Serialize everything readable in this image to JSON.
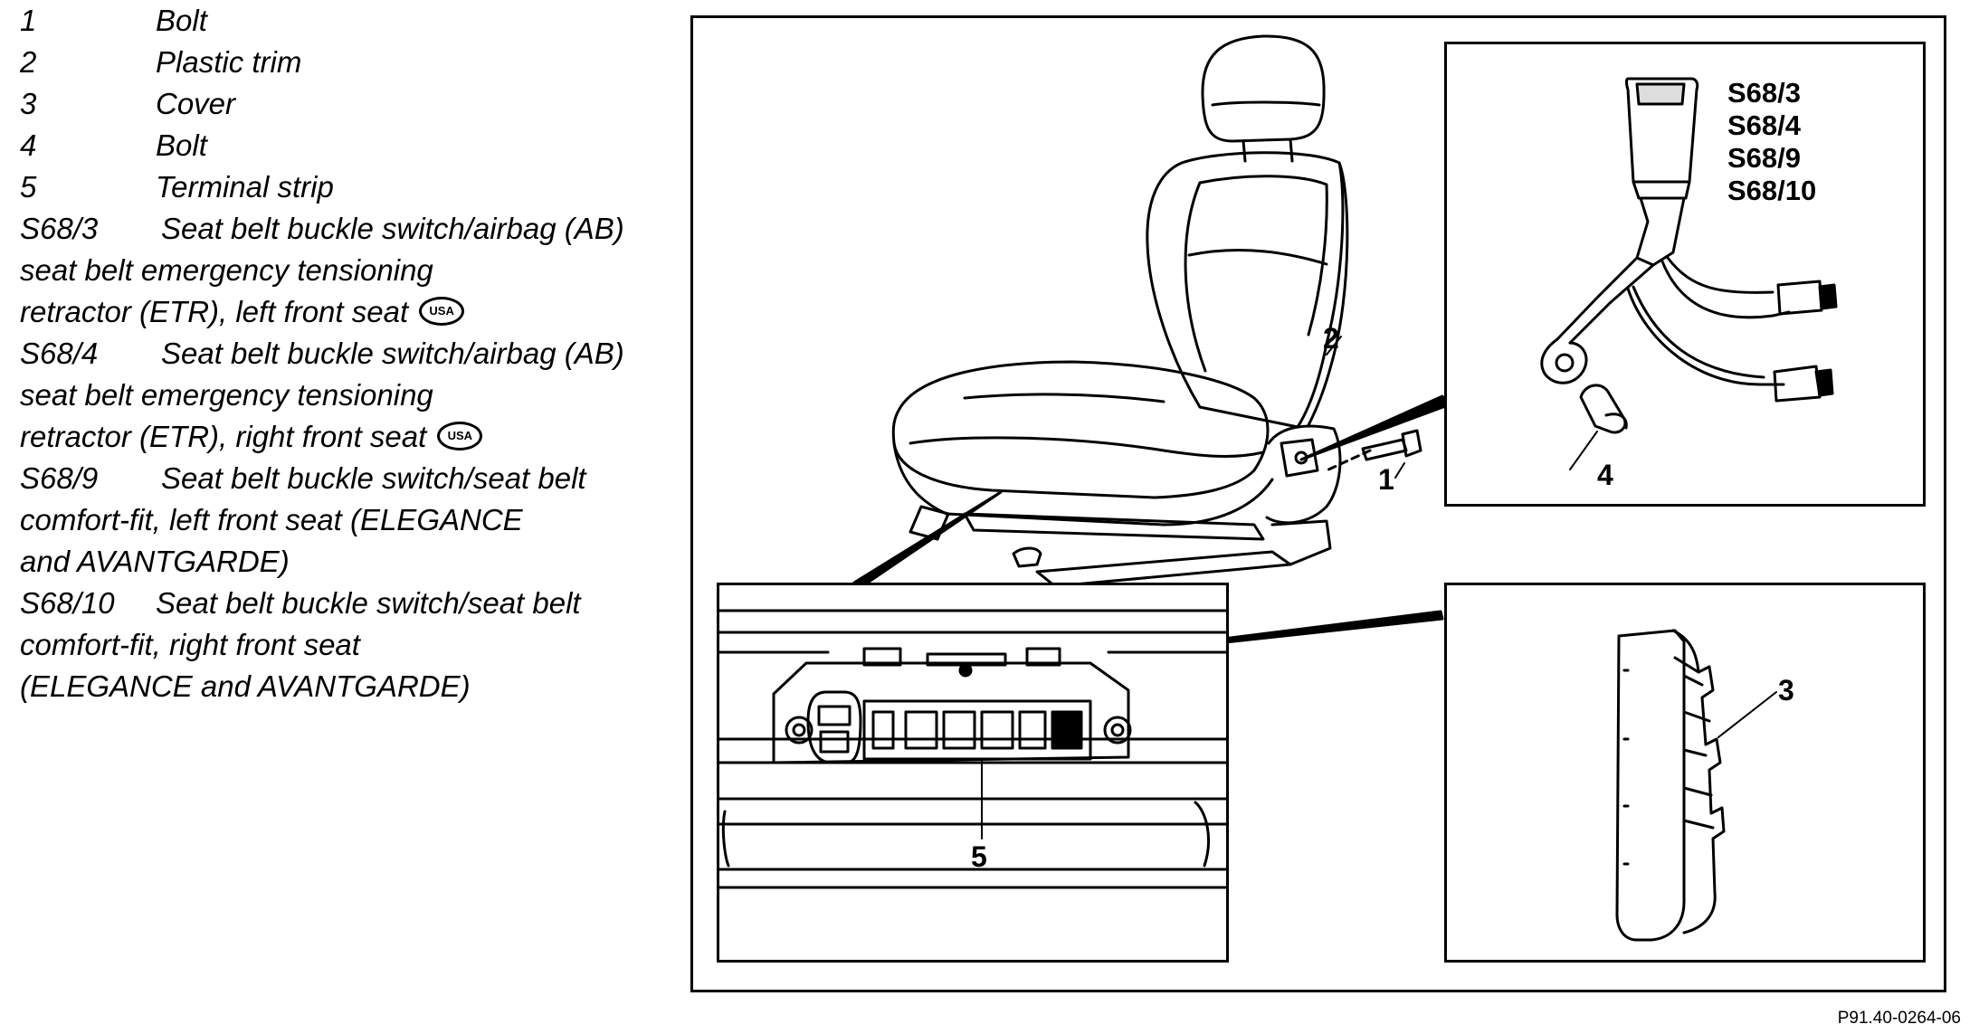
{
  "legend": [
    {
      "code": "1",
      "text": "Bolt"
    },
    {
      "code": "2",
      "text": "Plastic trim"
    },
    {
      "code": "3",
      "text": "Cover"
    },
    {
      "code": "4",
      "text": "Bolt"
    },
    {
      "code": "5",
      "text": "Terminal strip"
    },
    {
      "code": "S68/3",
      "text": "Seat belt buckle switch/airbag (AB)",
      "cont1": "seat belt emergency tensioning",
      "cont2": "retractor (ETR), left front seat",
      "badge": "USA"
    },
    {
      "code": "S68/4",
      "text": "Seat belt buckle switch/airbag (AB)",
      "cont1": "seat belt emergency tensioning",
      "cont2": "retractor (ETR), right front seat",
      "badge": "USA"
    },
    {
      "code": "S68/9",
      "text": "Seat belt buckle switch/seat belt",
      "cont1": "comfort-fit, left front seat (ELEGANCE",
      "cont2": "and AVANTGARDE)"
    },
    {
      "code": "S68/10",
      "text": "Seat belt buckle switch/seat belt",
      "cont1": "comfort-fit, right front seat",
      "cont2": "(ELEGANCE and AVANTGARDE)"
    }
  ],
  "figure": {
    "callouts": {
      "c1": "1",
      "c2": "2",
      "c3": "3",
      "c4": "4",
      "c5": "5"
    },
    "part_codes": [
      "S68/3",
      "S68/4",
      "S68/9",
      "S68/10"
    ],
    "figure_id": "P91.40-0264-06"
  }
}
